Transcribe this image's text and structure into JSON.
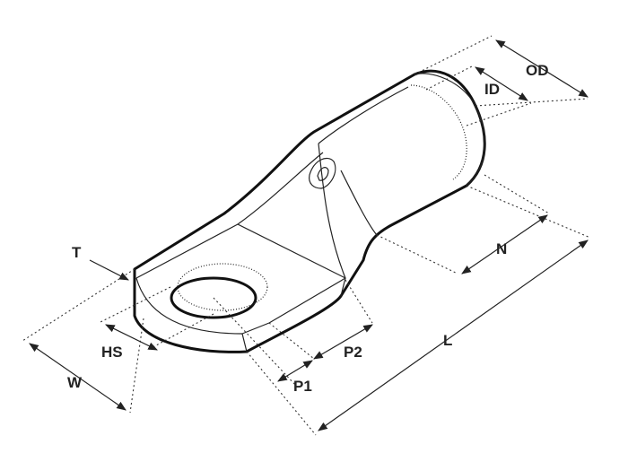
{
  "diagram": {
    "labels": {
      "od": "OD",
      "id": "ID",
      "t": "T",
      "n": "N",
      "l": "L",
      "hs": "HS",
      "p2": "P2",
      "p1": "P1",
      "w": "W"
    }
  }
}
